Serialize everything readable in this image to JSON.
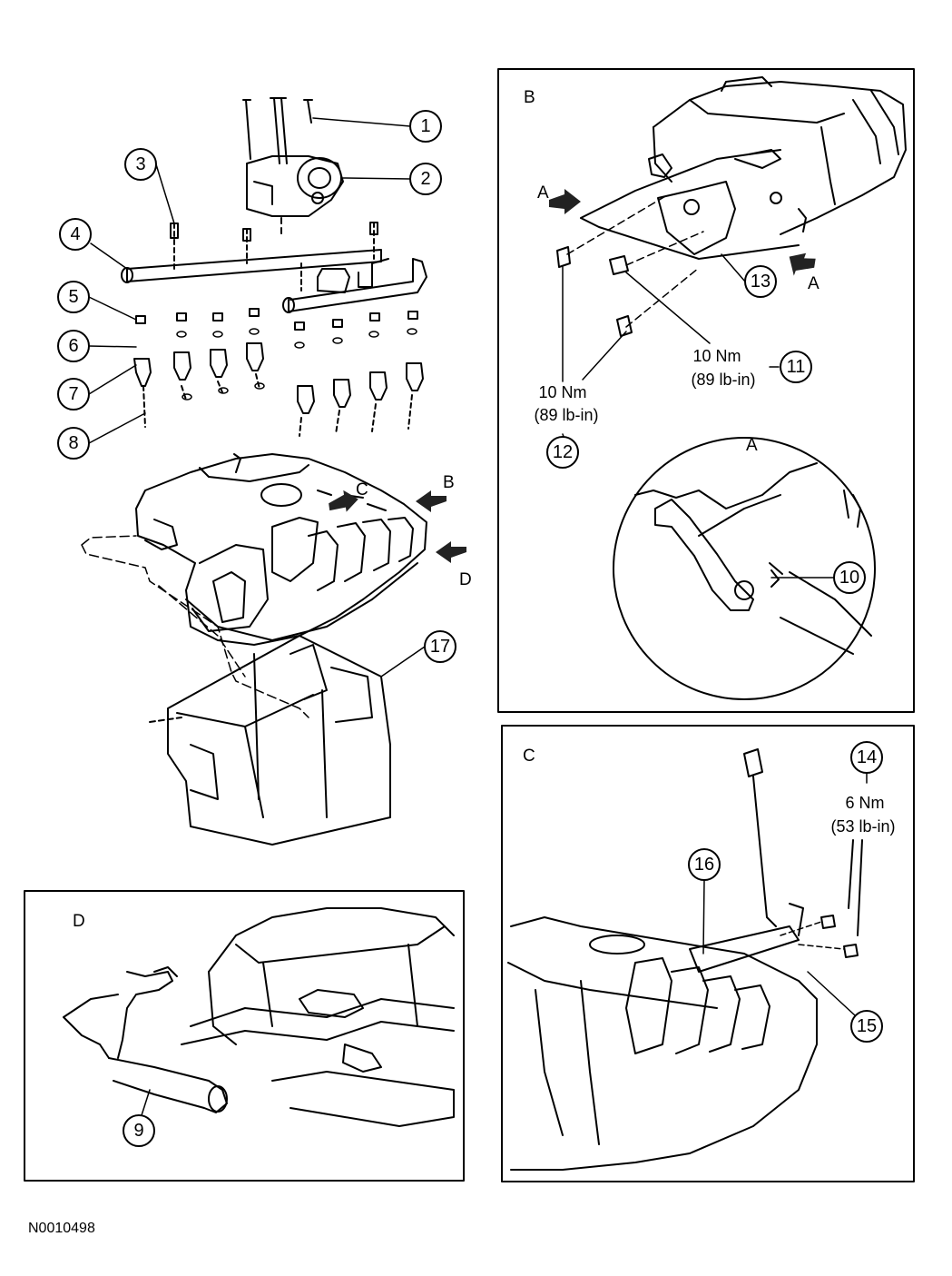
{
  "figure_id": "N0010498",
  "views": {
    "B": "B",
    "A": "A",
    "C": "C",
    "D": "D"
  },
  "arrows": {
    "main_C": "C",
    "main_B": "B",
    "main_D": "D",
    "B_A_left": "A",
    "B_A_right": "A"
  },
  "callouts": {
    "p1": "1",
    "p2": "2",
    "p3": "3",
    "p4": "4",
    "p5": "5",
    "p6": "6",
    "p7": "7",
    "p8": "8",
    "p9": "9",
    "p10": "10",
    "p11": "11",
    "p12": "12",
    "p13": "13",
    "p14": "14",
    "p15": "15",
    "p16": "16",
    "p17": "17"
  },
  "torque": {
    "t11_nm": "10 Nm",
    "t11_lb": "(89 lb-in)",
    "t12_nm": "10 Nm",
    "t12_lb": "(89 lb-in)",
    "t14_nm": "6 Nm",
    "t14_lb": "(53 lb-in)"
  }
}
